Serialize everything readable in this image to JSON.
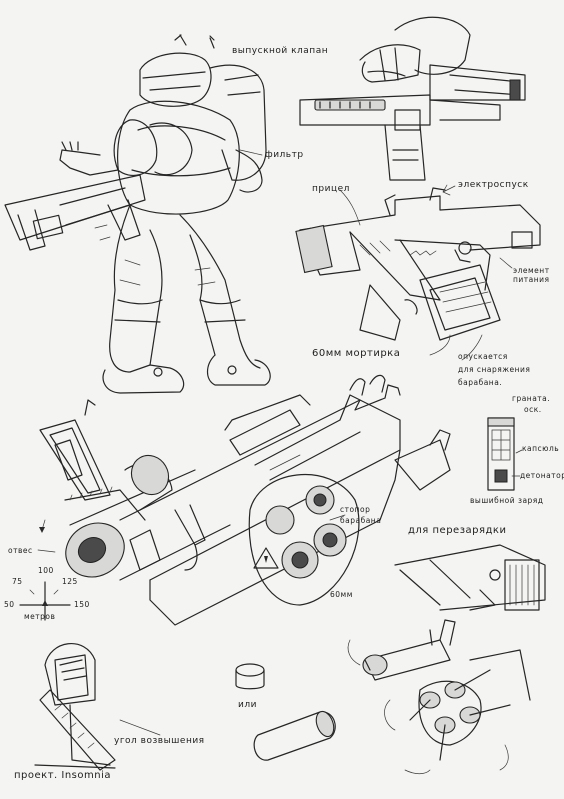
{
  "labels": {
    "exhaust_valve": "выпускной клапан",
    "filter": "фильтр",
    "electric_trigger": "электроспуск",
    "sight": "прицел",
    "power_element": "элемент питания",
    "mortar_60mm": "60мм мортирка",
    "drum_release_1": "опускается",
    "drum_release_2": "для снаряжения",
    "drum_release_3": "барабана.",
    "grenade_1": "граната.",
    "grenade_2": "оск.",
    "primer": "капсюль",
    "detonator": "детонатор",
    "expelling_charge": "вышибной заряд",
    "drum_stop_1": "стопор",
    "drum_stop_2": "барабана",
    "for_reload": "для перезарядки",
    "caliber_mark": "60мм",
    "plumb": "отвес",
    "scale_50": "50",
    "scale_75": "75",
    "scale_100": "100",
    "scale_125": "125",
    "scale_150": "150",
    "meters": "метров",
    "or": "или",
    "elevation_angle": "угол возвышения",
    "project": "проект. Insomnia"
  },
  "colors": {
    "paper": "#f4f4f2",
    "ink": "#262626"
  }
}
